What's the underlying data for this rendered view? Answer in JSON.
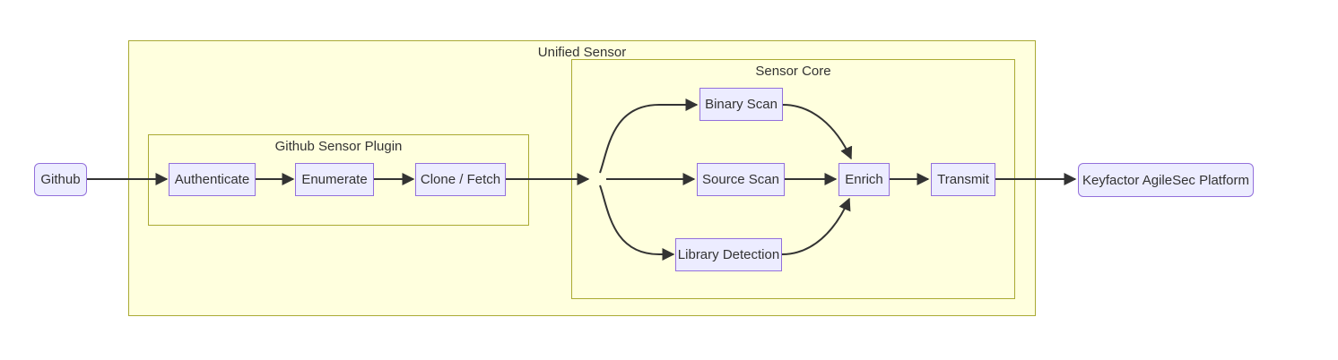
{
  "diagram": {
    "type": "flowchart",
    "direction": "LR",
    "clusters": [
      {
        "id": "unified_sensor",
        "label": "Unified Sensor"
      },
      {
        "id": "github_sensor_plugin",
        "label": "Github Sensor Plugin"
      },
      {
        "id": "sensor_core",
        "label": "Sensor Core"
      }
    ],
    "nodes": [
      {
        "id": "github",
        "label": "Github",
        "shape": "rounded"
      },
      {
        "id": "authenticate",
        "label": "Authenticate",
        "shape": "rect",
        "cluster": "github_sensor_plugin"
      },
      {
        "id": "enumerate",
        "label": "Enumerate",
        "shape": "rect",
        "cluster": "github_sensor_plugin"
      },
      {
        "id": "clone_fetch",
        "label": "Clone / Fetch",
        "shape": "rect",
        "cluster": "github_sensor_plugin"
      },
      {
        "id": "binary_scan",
        "label": "Binary Scan",
        "shape": "rect",
        "cluster": "sensor_core"
      },
      {
        "id": "source_scan",
        "label": "Source Scan",
        "shape": "rect",
        "cluster": "sensor_core"
      },
      {
        "id": "library_detection",
        "label": "Library Detection",
        "shape": "rect",
        "cluster": "sensor_core"
      },
      {
        "id": "enrich",
        "label": "Enrich",
        "shape": "rect",
        "cluster": "sensor_core"
      },
      {
        "id": "transmit",
        "label": "Transmit",
        "shape": "rect",
        "cluster": "sensor_core"
      },
      {
        "id": "keyfactor",
        "label": "Keyfactor AgileSec Platform",
        "shape": "rounded"
      }
    ],
    "edges": [
      {
        "from": "github",
        "to": "authenticate"
      },
      {
        "from": "authenticate",
        "to": "enumerate"
      },
      {
        "from": "enumerate",
        "to": "clone_fetch"
      },
      {
        "from": "clone_fetch",
        "to": "fanout_junction"
      },
      {
        "from": "fanout_junction",
        "to": "binary_scan"
      },
      {
        "from": "fanout_junction",
        "to": "source_scan"
      },
      {
        "from": "fanout_junction",
        "to": "library_detection"
      },
      {
        "from": "binary_scan",
        "to": "enrich"
      },
      {
        "from": "source_scan",
        "to": "enrich"
      },
      {
        "from": "library_detection",
        "to": "enrich"
      },
      {
        "from": "enrich",
        "to": "transmit"
      },
      {
        "from": "transmit",
        "to": "keyfactor"
      }
    ],
    "colors": {
      "node_fill": "#ECECFF",
      "node_border": "#9370DB",
      "cluster_fill": "#FFFFDE",
      "cluster_border": "#AAAA33",
      "edge": "#333333",
      "text": "#333333"
    }
  }
}
